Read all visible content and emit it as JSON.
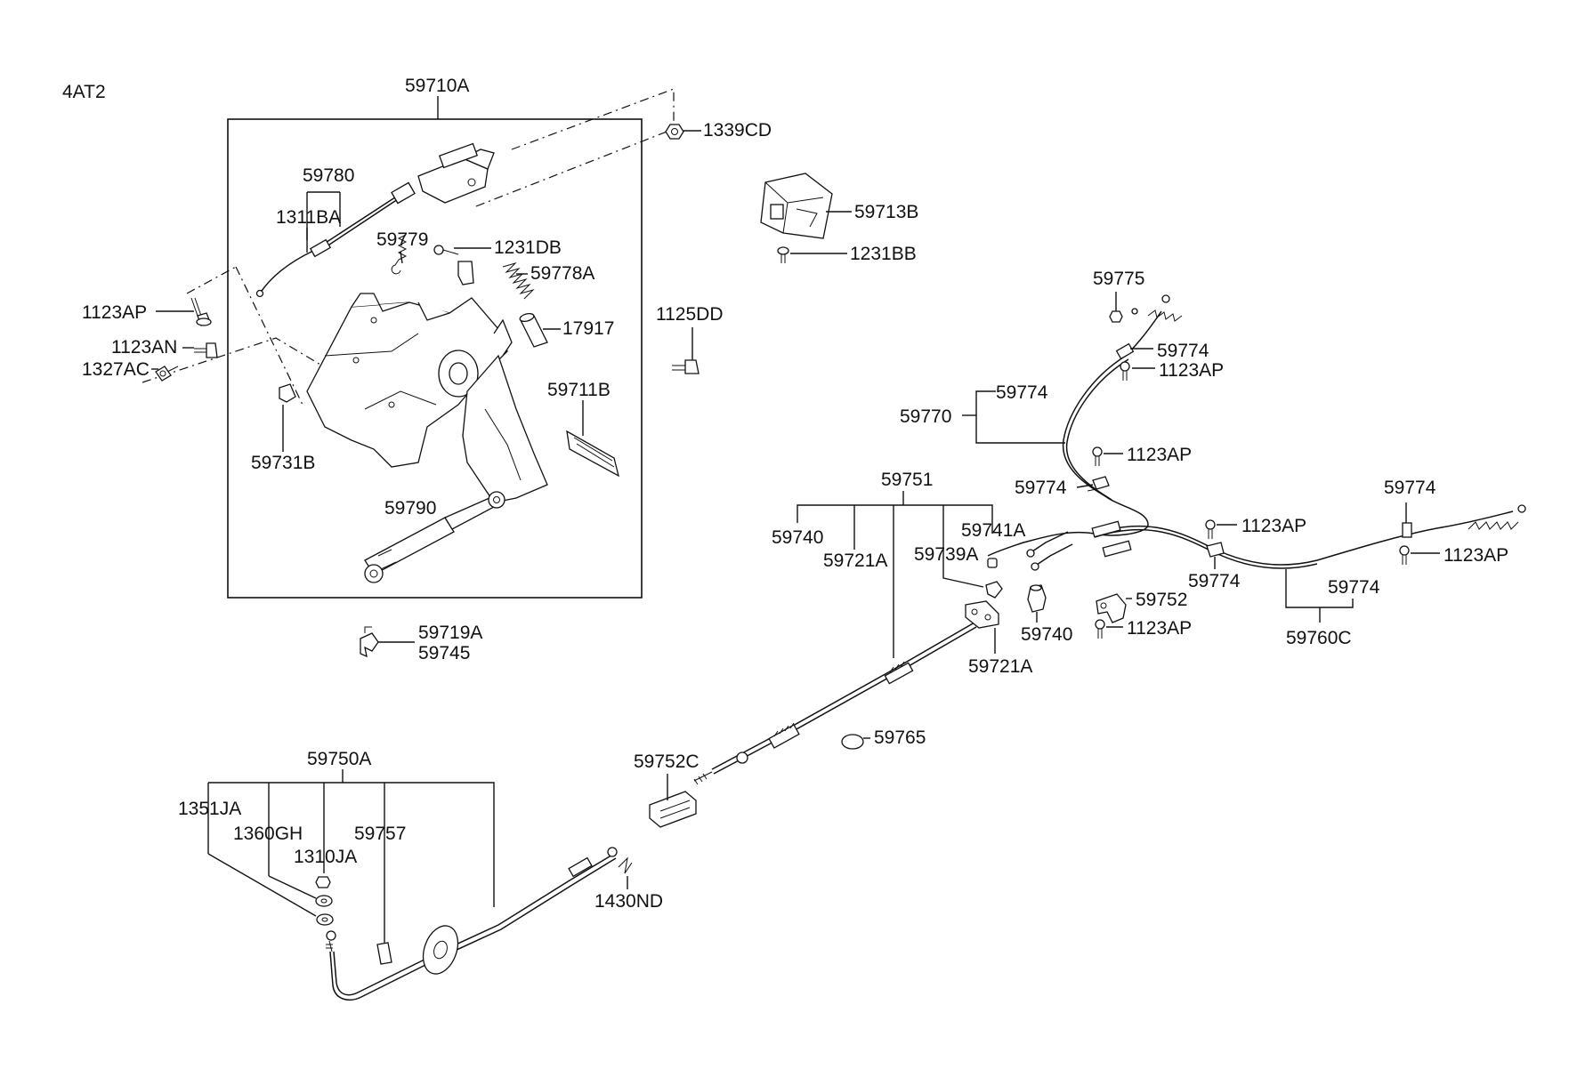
{
  "diagram": {
    "code": "4AT2",
    "labels": {
      "p59710A": "59710A",
      "p1339CD": "1339CD",
      "p59780": "59780",
      "p1311BA": "1311BA",
      "p59779": "59779",
      "p1231DB": "1231DB",
      "p59778A": "59778A",
      "p1123AP_left": "1123AP",
      "p1123AN": "1123AN",
      "p1327AC": "1327AC",
      "p17917": "17917",
      "p1125DD": "1125DD",
      "p59711B": "59711B",
      "p59731B": "59731B",
      "p59790": "59790",
      "p59713B": "59713B",
      "p1231BB": "1231BB",
      "p59719A": "59719A",
      "p59745": "59745",
      "p59775": "59775",
      "p59774_a": "59774",
      "p1123AP_a": "1123AP",
      "p59770": "59770",
      "p59774_b": "59774",
      "p1123AP_b": "1123AP",
      "p59774_c": "59774",
      "p1123AP_c": "1123AP",
      "p59774_d": "59774",
      "p1123AP_d": "1123AP",
      "p59774_e": "59774",
      "p59774_f": "59774",
      "p59760C": "59760C",
      "p59752": "59752",
      "p1123AP_e": "1123AP",
      "p59740_r": "59740",
      "p59751": "59751",
      "p59740_l": "59740",
      "p59721A_top": "59721A",
      "p59739A": "59739A",
      "p59741A": "59741A",
      "p59721A_bot": "59721A",
      "p59765": "59765",
      "p59752C": "59752C",
      "p59750A": "59750A",
      "p1351JA": "1351JA",
      "p1360GH": "1360GH",
      "p1310JA": "1310JA",
      "p59757": "59757",
      "p1430ND": "1430ND"
    }
  }
}
